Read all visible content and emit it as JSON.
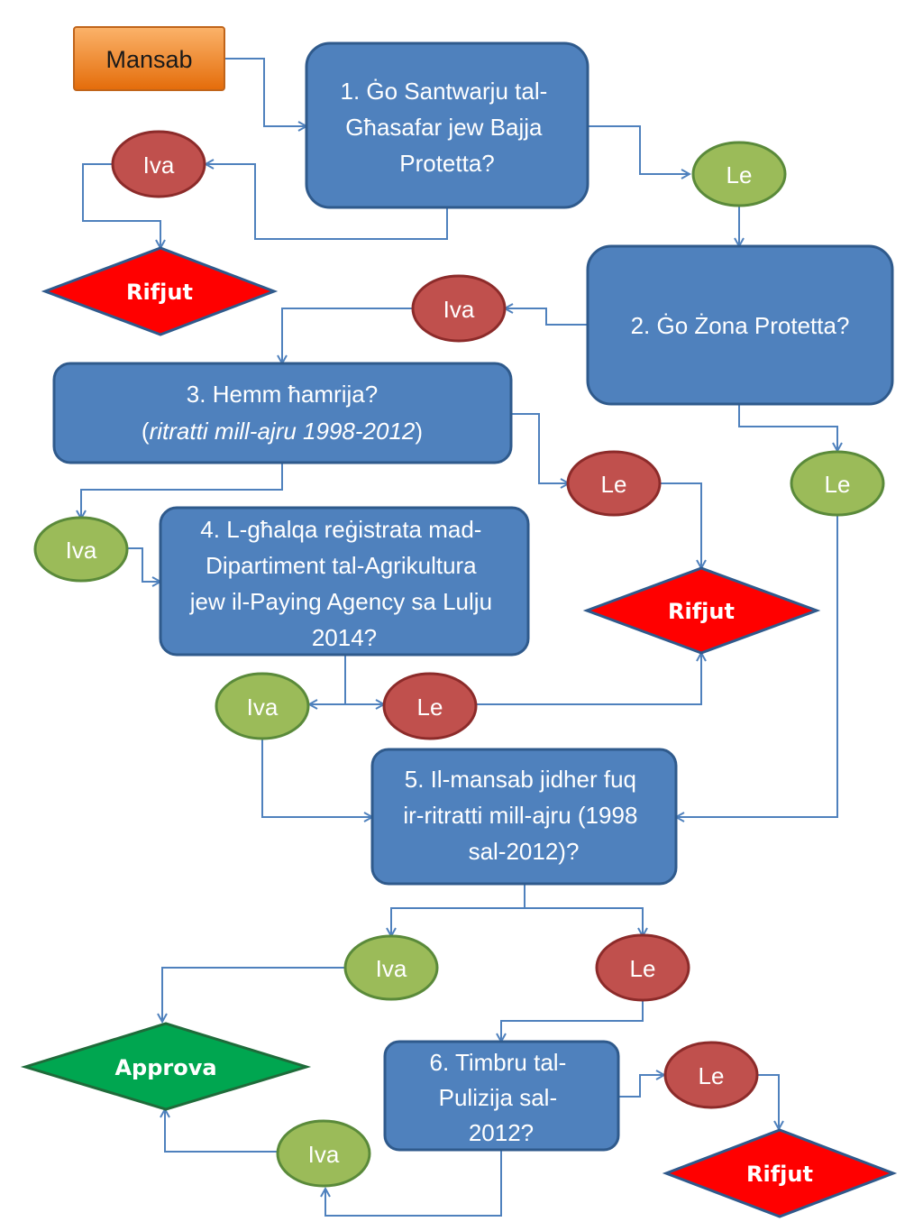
{
  "colors": {
    "box": "#4f81bd",
    "yes_oval": "#9bbb59",
    "no_oval": "#c0504d",
    "reject": "#ff0000",
    "approve": "#00a650",
    "source": "#f79646",
    "connector": "#4f81bd"
  },
  "source": {
    "label": "Mansab"
  },
  "q1": {
    "line1": "1. Ġo Santwarju tal-",
    "line2": "Għasafar jew Bajja",
    "line3": "Protetta?"
  },
  "q2": {
    "line1": "2. Ġo Żona Protetta?"
  },
  "q3": {
    "line1": "3. Hemm ħamrija?",
    "line2_prefix": "(",
    "line2_italic": "ritratti mill-ajru 1998-2012",
    "line2_suffix": ")"
  },
  "q4": {
    "line1": "4. L-għalqa reġistrata mad-",
    "line2": "Dipartiment tal-Agrikultura",
    "line3": "jew il-Paying Agency sa Lulju",
    "line4": "2014?"
  },
  "q5": {
    "line1": "5. Il-mansab jidher fuq",
    "line2": "ir-ritratti mill-ajru (1998",
    "line3": "sal-2012)?"
  },
  "q6": {
    "line1": "6. Timbru tal-",
    "line2": "Pulizija sal-",
    "line3": "2012?"
  },
  "answers": {
    "yes": "Iva",
    "no": "Le"
  },
  "outcomes": {
    "reject": "Rifjut",
    "approve": "Approva"
  }
}
